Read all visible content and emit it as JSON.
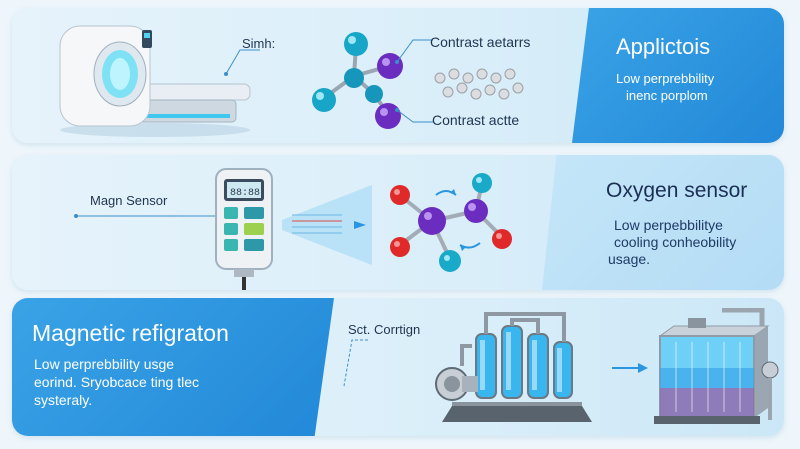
{
  "panel1": {
    "label_left": "Simh:",
    "label_top": "Contrast aetarrs",
    "label_bottom": "Contrast actte",
    "title": "Applictois",
    "desc_line1": "Low perprebbility",
    "desc_line2": "inenc porplom"
  },
  "panel2": {
    "label_left": "Magn Sensor",
    "title": "Oxygen sensor",
    "desc_line1": "Low perpebbilitye",
    "desc_line2": "cooling conheobility",
    "desc_line3": "usage."
  },
  "panel3": {
    "title": "Magnetic refigraton",
    "desc_line1": "Low perprebbility usge",
    "desc_line2": "eorind. Sryobcace ting tlec",
    "desc_line3": "systeraly.",
    "label_center": "Sct. Corrtign"
  },
  "colors": {
    "accent_blue": "#2a95e0",
    "atom_cyan": "#19a9c9",
    "atom_purple": "#6a2dbf",
    "atom_red": "#e02a2a",
    "liquid_blue": "#39b6ee"
  }
}
